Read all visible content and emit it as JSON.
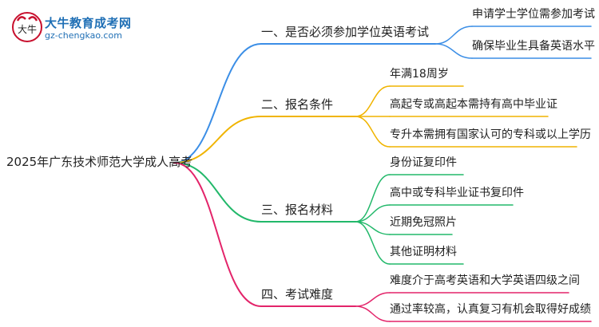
{
  "logo": {
    "title": "大牛教育成考网",
    "url": "gz-chengkao.com",
    "mark_text": "大牛"
  },
  "mindmap": {
    "root": "2025年广东技术师范大学成人高考",
    "branches": [
      {
        "label": "一、是否必须参加学位英语考试",
        "color": "#3b8ee6",
        "children": [
          "申请学士学位需参加考试",
          "确保毕业生具备英语水平"
        ]
      },
      {
        "label": "二、报名条件",
        "color": "#f0b400",
        "children": [
          "年满18周岁",
          "高起专或高起本需持有高中毕业证",
          "专升本需拥有国家认可的专科或以上学历"
        ]
      },
      {
        "label": "三、报名材料",
        "color": "#22b86a",
        "children": [
          "身份证复印件",
          "高中或专科毕业证书复印件",
          "近期免冠照片",
          "其他证明材料"
        ]
      },
      {
        "label": "四、考试难度",
        "color": "#e3246a",
        "children": [
          "难度介于高考英语和大学英语四级之间",
          "通过率较高，认真复习有机会取得好成绩"
        ]
      }
    ]
  }
}
